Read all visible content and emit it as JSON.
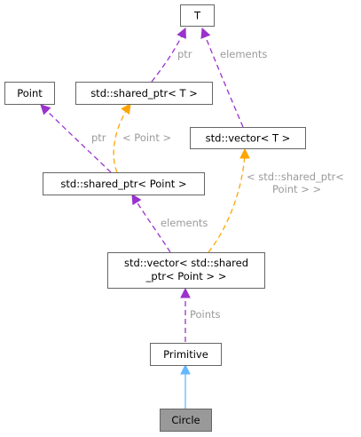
{
  "diagram": {
    "nodes": {
      "t": "T",
      "point": "Point",
      "shared_ptr_t": "std::shared_ptr< T >",
      "vector_t": "std::vector< T >",
      "shared_ptr_point": "std::shared_ptr< Point >",
      "vector_shared_ptr_line1": "std::vector< std::shared",
      "vector_shared_ptr_line2": "_ptr< Point > >",
      "primitive": "Primitive",
      "circle": "Circle"
    },
    "edge_labels": {
      "ptr_upper": "ptr",
      "elements_upper": "elements",
      "ptr_lower": "ptr",
      "point_template": "< Point >",
      "shared_ptr_template_line1": "< std::shared_ptr<",
      "shared_ptr_template_line2": "Point > >",
      "elements_lower": "elements",
      "points": "Points"
    }
  },
  "colors": {
    "usage_edge": "#9a32cd",
    "template_edge": "#ffa500",
    "inheritance_edge": "#63b8ff",
    "node_border": "#666666",
    "highlight_fill": "#999999",
    "label_gray": "#9a9a9a"
  }
}
